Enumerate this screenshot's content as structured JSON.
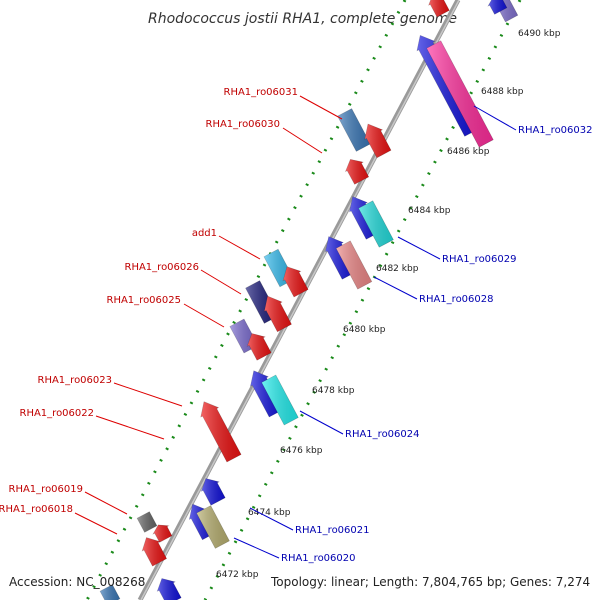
{
  "header": {
    "title": "Rhodococcus jostii RHA1, complete genome"
  },
  "footer": {
    "accession": "Accession: NC_008268",
    "summary": "Topology: linear; Length: 7,804,765 bp; Genes: 7,274"
  },
  "map": {
    "ticks": [
      "6472 kbp",
      "6474 kbp",
      "6476 kbp",
      "6478 kbp",
      "6480 kbp",
      "6482 kbp",
      "6484 kbp",
      "6486 kbp",
      "6488 kbp",
      "6490 kbp"
    ]
  },
  "genes": [
    {
      "name": "RHA1_ro06031",
      "strand": "left",
      "color": "#c00000"
    },
    {
      "name": "RHA1_ro06030",
      "strand": "left",
      "color": "#c00000"
    },
    {
      "name": "add1",
      "strand": "left",
      "color": "#c00000"
    },
    {
      "name": "RHA1_ro06026",
      "strand": "left",
      "color": "#c00000"
    },
    {
      "name": "RHA1_ro06025",
      "strand": "left",
      "color": "#c00000"
    },
    {
      "name": "RHA1_ro06023",
      "strand": "left",
      "color": "#c00000"
    },
    {
      "name": "RHA1_ro06022",
      "strand": "left",
      "color": "#c00000"
    },
    {
      "name": "RHA1_ro06019",
      "strand": "left",
      "color": "#c00000"
    },
    {
      "name": "RHA1_ro06018",
      "strand": "left",
      "color": "#c00000"
    },
    {
      "name": "RHA1_ro06032",
      "strand": "right",
      "color": "#0000b0"
    },
    {
      "name": "RHA1_ro06029",
      "strand": "right",
      "color": "#0000b0"
    },
    {
      "name": "RHA1_ro06028",
      "strand": "right",
      "color": "#0000b0"
    },
    {
      "name": "RHA1_ro06024",
      "strand": "right",
      "color": "#0000b0"
    },
    {
      "name": "RHA1_ro06021",
      "strand": "right",
      "color": "#0000b0"
    },
    {
      "name": "RHA1_ro06020",
      "strand": "right",
      "color": "#0000b0"
    }
  ],
  "colors": {
    "backbone": "#888888",
    "track_dots": "#1a8a1a",
    "forward_gene": "#ee1111",
    "reverse_gene": "#1111dd",
    "leader_left": "#dd0000",
    "leader_right": "#0000cc"
  }
}
